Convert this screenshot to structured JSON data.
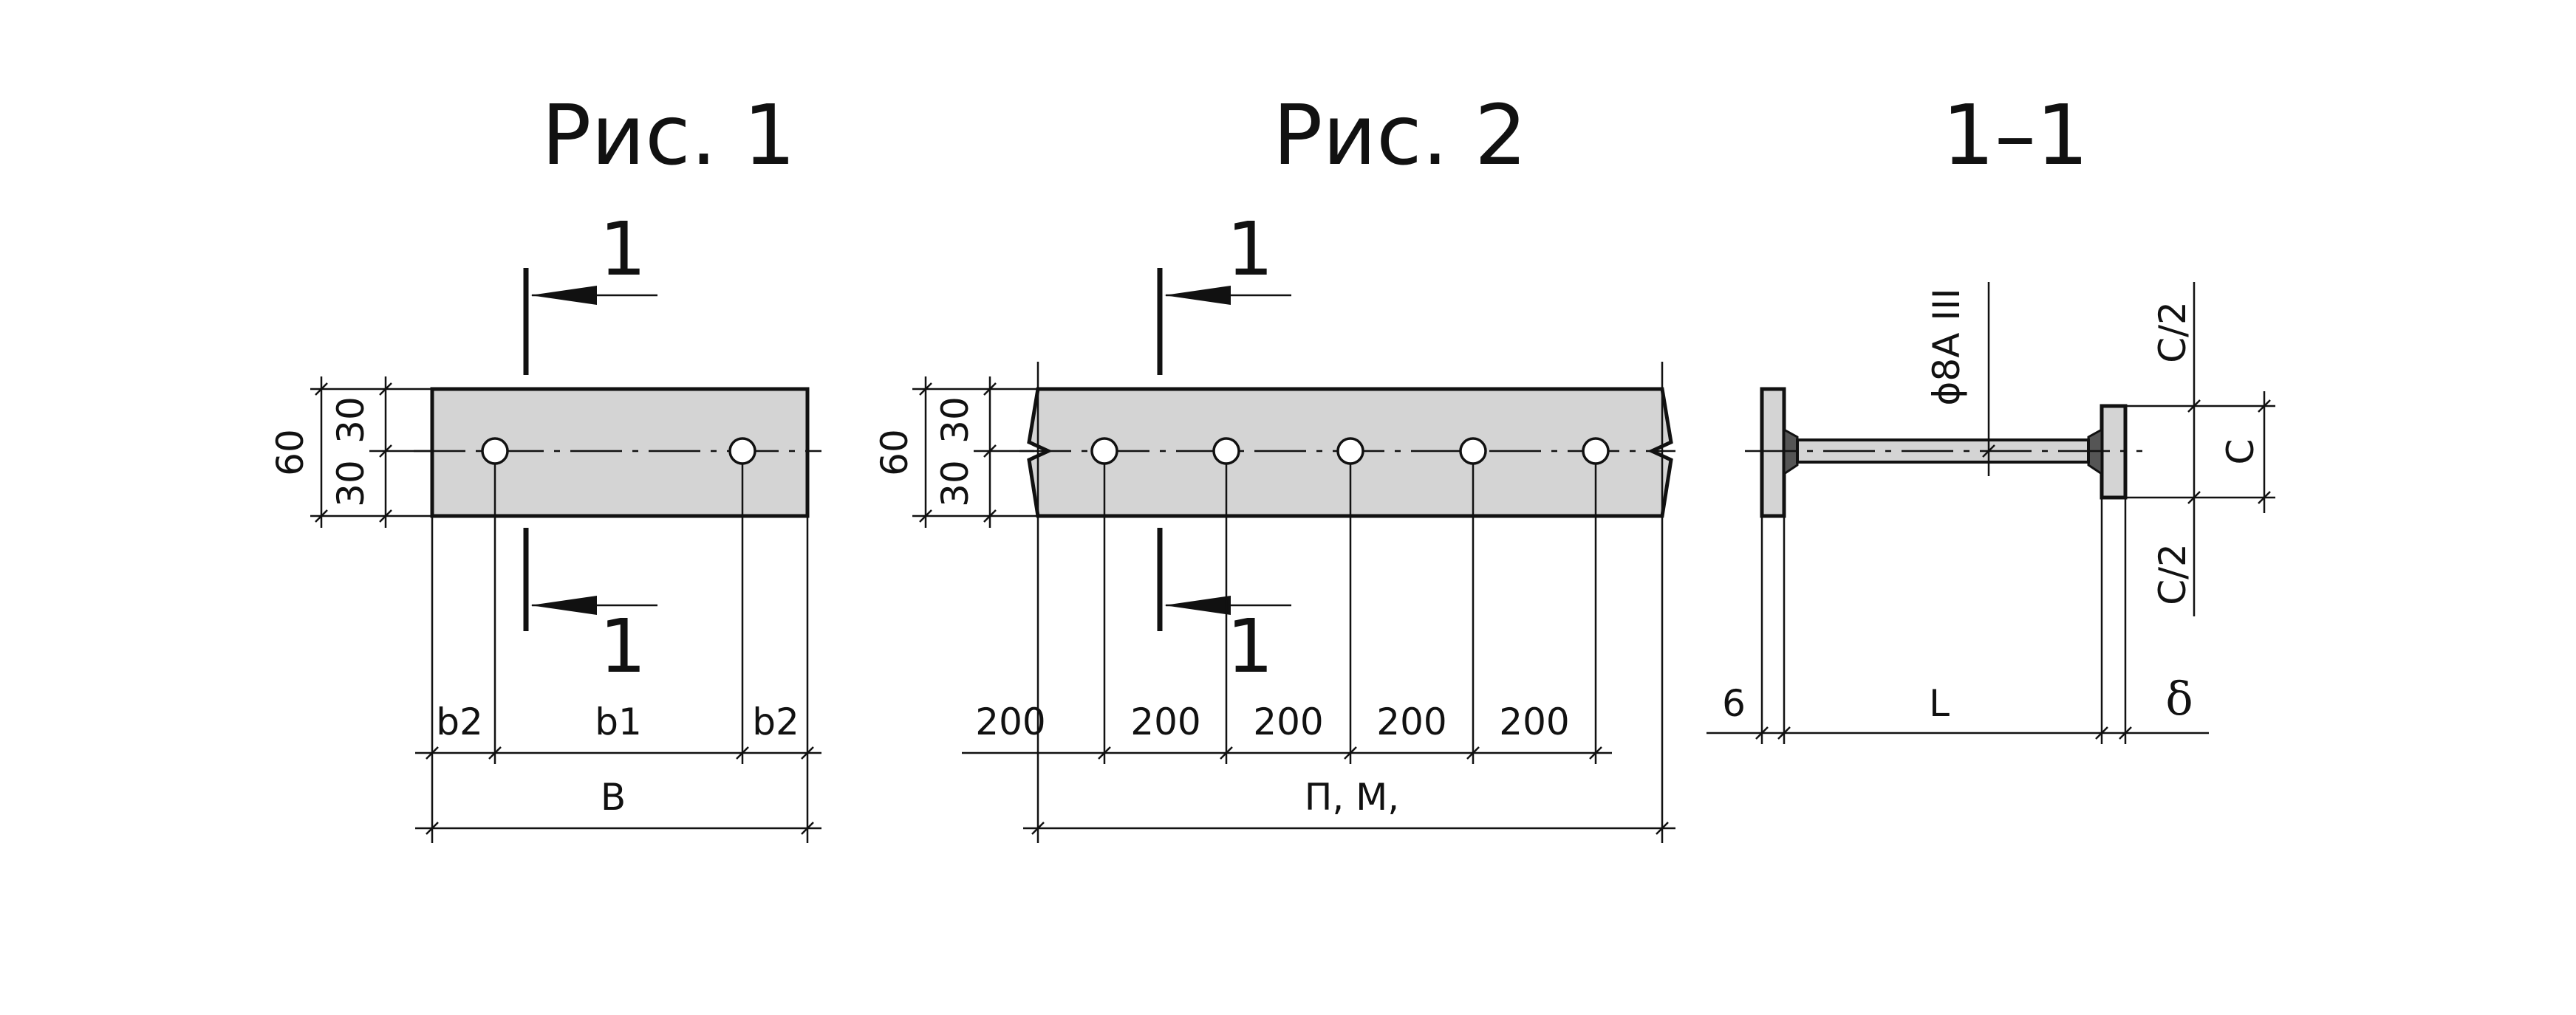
{
  "fig1": {
    "title": "Рис. 1",
    "section_mark": "1",
    "dim_total_height": "60",
    "dim_upper": "30",
    "dim_lower": "30",
    "dim_b2_left": "b2",
    "dim_b1": "b1",
    "dim_b2_right": "b2",
    "dim_B": "B"
  },
  "fig2": {
    "title": "Рис. 2",
    "section_mark": "1",
    "dim_total_height": "60",
    "dim_upper": "30",
    "dim_lower": "30",
    "spacings": [
      "200",
      "200",
      "200",
      "200",
      "200"
    ],
    "dim_total_length": "П, М,"
  },
  "section": {
    "title": "1–1",
    "rebar_label": "ϕ8А III",
    "dim_c_half_top": "C/2",
    "dim_c": "C",
    "dim_c_half_bottom": "C/2",
    "dim_thickness": "6",
    "dim_L": "L",
    "dim_delta": "δ"
  }
}
